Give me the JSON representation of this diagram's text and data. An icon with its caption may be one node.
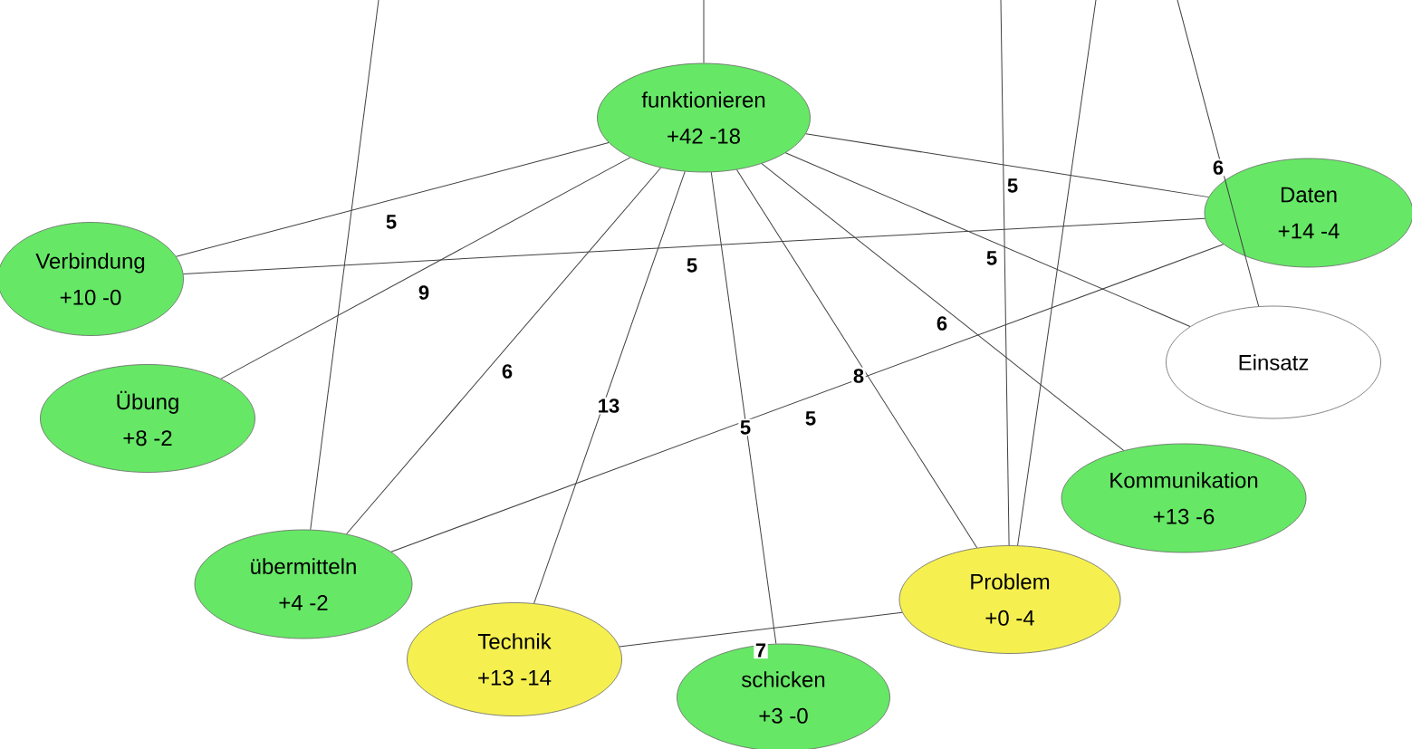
{
  "diagram": {
    "nodes": [
      {
        "text": [
          "funktionieren",
          "+42 -18"
        ]
      },
      {
        "text": [
          "Daten",
          "+14 -4"
        ]
      },
      {
        "text": [
          "Verbindung",
          "+10 -0"
        ]
      },
      {
        "text": [
          "Einsatz"
        ]
      },
      {
        "text": [
          "Übung",
          "+8 -2"
        ]
      },
      {
        "text": [
          "Kommunikation",
          "+13 -6"
        ]
      },
      {
        "text": [
          "übermitteln",
          "+4 -2"
        ]
      },
      {
        "text": [
          "Problem",
          "+0 -4"
        ]
      },
      {
        "text": [
          "Technik",
          "+13 -14"
        ]
      },
      {
        "text": [
          "schicken",
          "+3 -0"
        ]
      }
    ],
    "edges": [
      {
        "from": 0,
        "to": 2,
        "label": "5",
        "arrow": "none"
      },
      {
        "from": 0,
        "to": 4,
        "label": "9",
        "arrow": "none"
      },
      {
        "from": 0,
        "to": 6,
        "label": "6",
        "arrow": "none"
      },
      {
        "from": 0,
        "to": 8,
        "label": "13",
        "arrow": "none"
      },
      {
        "from": 0,
        "to": 9,
        "label": "5",
        "arrow": "none"
      },
      {
        "from": 0,
        "to": 7,
        "label": "8",
        "arrow": "none"
      },
      {
        "from": 0,
        "to": 5,
        "label": "6",
        "arrow": "none"
      },
      {
        "from": 0,
        "to": 3,
        "label": "5",
        "arrow": "none"
      },
      {
        "from": 0,
        "to": 1,
        "arrow": "none"
      },
      {
        "from": 2,
        "to": 1,
        "label": "5",
        "arrow": "none"
      },
      {
        "from": 6,
        "to": 1,
        "label": "5",
        "arrow": "none"
      },
      {
        "from": 8,
        "to": 7,
        "label": "7",
        "arrow": "none"
      },
      {
        "from": null,
        "to": 0,
        "arrow": "none"
      },
      {
        "from": null,
        "to": 6,
        "arrow": "none"
      },
      {
        "from": null,
        "to": 7,
        "label": "5",
        "arrow": "none"
      },
      {
        "from": null,
        "to": 7,
        "arrow": "none"
      },
      {
        "from": null,
        "to": 3,
        "label": "6",
        "arrow": "none"
      }
    ]
  }
}
